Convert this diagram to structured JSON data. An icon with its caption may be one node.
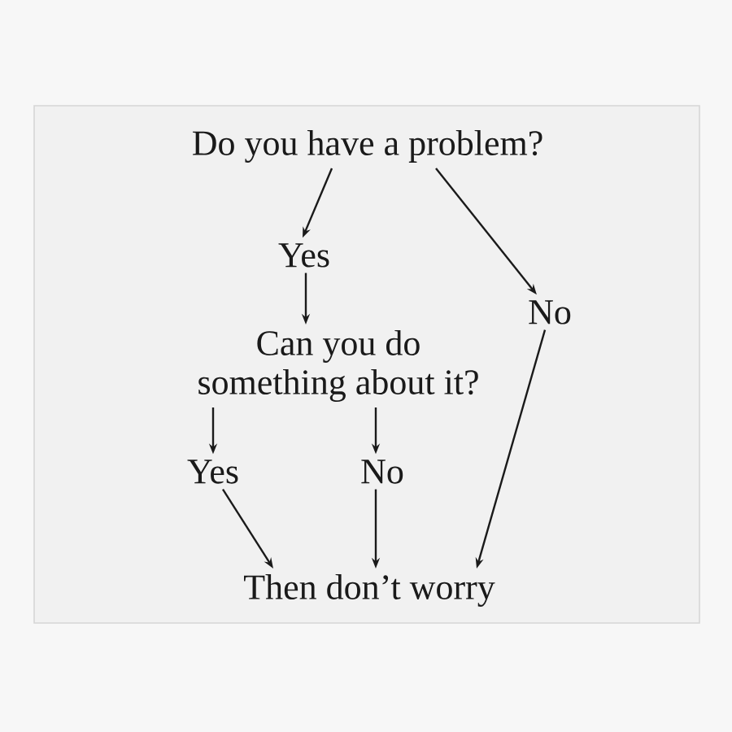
{
  "diagram": {
    "nodes": [
      {
        "text": [
          "Do you have a problem?"
        ]
      },
      {
        "text": [
          "Yes"
        ]
      },
      {
        "text": [
          "No"
        ]
      },
      {
        "text": [
          "Can you do something about it?"
        ]
      },
      {
        "text": [
          "Yes"
        ]
      },
      {
        "text": [
          "No"
        ]
      },
      {
        "text": [
          "Then don’t worry"
        ]
      }
    ],
    "edges": [
      {
        "from": 0,
        "to": 1,
        "arrow": "to"
      },
      {
        "from": 0,
        "to": 2,
        "arrow": "to"
      },
      {
        "from": 1,
        "to": 3,
        "arrow": "to"
      },
      {
        "from": 3,
        "to": 4,
        "arrow": "to"
      },
      {
        "from": 3,
        "to": 5,
        "arrow": "to"
      },
      {
        "from": 4,
        "to": 6,
        "arrow": "to"
      },
      {
        "from": 5,
        "to": 6,
        "arrow": "to"
      },
      {
        "from": 2,
        "to": 6,
        "arrow": "to"
      }
    ]
  }
}
